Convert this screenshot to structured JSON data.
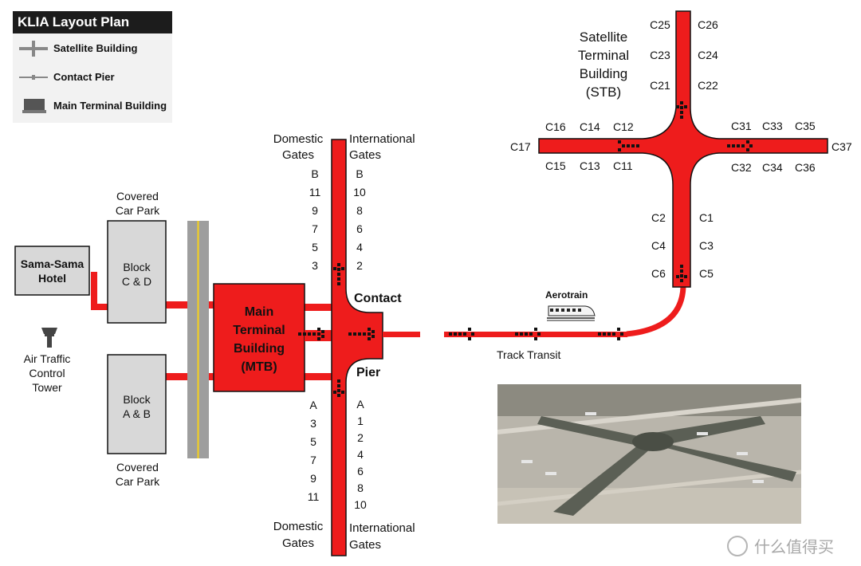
{
  "legend": {
    "title": "KLIA Layout Plan",
    "items": [
      {
        "label": "Satellite Building",
        "icon": "satellite-building-icon"
      },
      {
        "label": "Contact Pier",
        "icon": "contact-pier-icon"
      },
      {
        "label": "Main Terminal Building",
        "icon": "main-terminal-building-icon"
      }
    ]
  },
  "colors": {
    "route": "#ee1c1c",
    "building": "#ee1c1c",
    "box": "#d8d8d8",
    "road": "#9e9e9e",
    "road_line": "#f7d21c"
  },
  "labels": {
    "hotel": [
      "Sama-Sama",
      "Hotel"
    ],
    "atc": [
      "Air Traffic",
      "Control",
      "Tower"
    ],
    "block_cd": [
      "Block",
      "C & D"
    ],
    "block_ab": [
      "Block",
      "A & B"
    ],
    "car_park_top": [
      "Covered",
      "Car Park"
    ],
    "car_park_bottom": [
      "Covered",
      "Car Park"
    ],
    "mtb": [
      "Main",
      "Terminal",
      "Building",
      "(MTB)"
    ],
    "contact": "Contact",
    "pier": "Pier",
    "aerotrain": "Aerotrain",
    "track_transit": "Track Transit",
    "stb": [
      "Satellite",
      "Terminal",
      "Building",
      "(STB)"
    ],
    "domestic_gates_top": [
      "Domestic",
      "Gates"
    ],
    "international_gates_top": [
      "International",
      "Gates"
    ],
    "domestic_gates_bottom": [
      "Domestic",
      "Gates"
    ],
    "international_gates_bottom": [
      "International",
      "Gates"
    ]
  },
  "gates": {
    "b_domestic": [
      "B",
      "11",
      "9",
      "7",
      "5",
      "3"
    ],
    "b_international": [
      "B",
      "10",
      "8",
      "6",
      "4",
      "2"
    ],
    "a_domestic": [
      "A",
      "3",
      "5",
      "7",
      "9",
      "11"
    ],
    "a_international": [
      "A",
      "1",
      "2",
      "4",
      "6",
      "8",
      "10"
    ],
    "c_north_left": [
      "C25",
      "C23",
      "C21"
    ],
    "c_north_right": [
      "C26",
      "C24",
      "C22"
    ],
    "c_west_top": [
      "C16",
      "C14",
      "C12"
    ],
    "c_west_bottom": [
      "C15",
      "C13",
      "C11"
    ],
    "c_west_end": "C17",
    "c_east_top": [
      "C31",
      "C33",
      "C35"
    ],
    "c_east_bottom": [
      "C32",
      "C34",
      "C36"
    ],
    "c_east_end": "C37",
    "c_south_left": [
      "C2",
      "C4",
      "C6"
    ],
    "c_south_right": [
      "C1",
      "C3",
      "C5"
    ]
  },
  "watermark": "什么值得买"
}
